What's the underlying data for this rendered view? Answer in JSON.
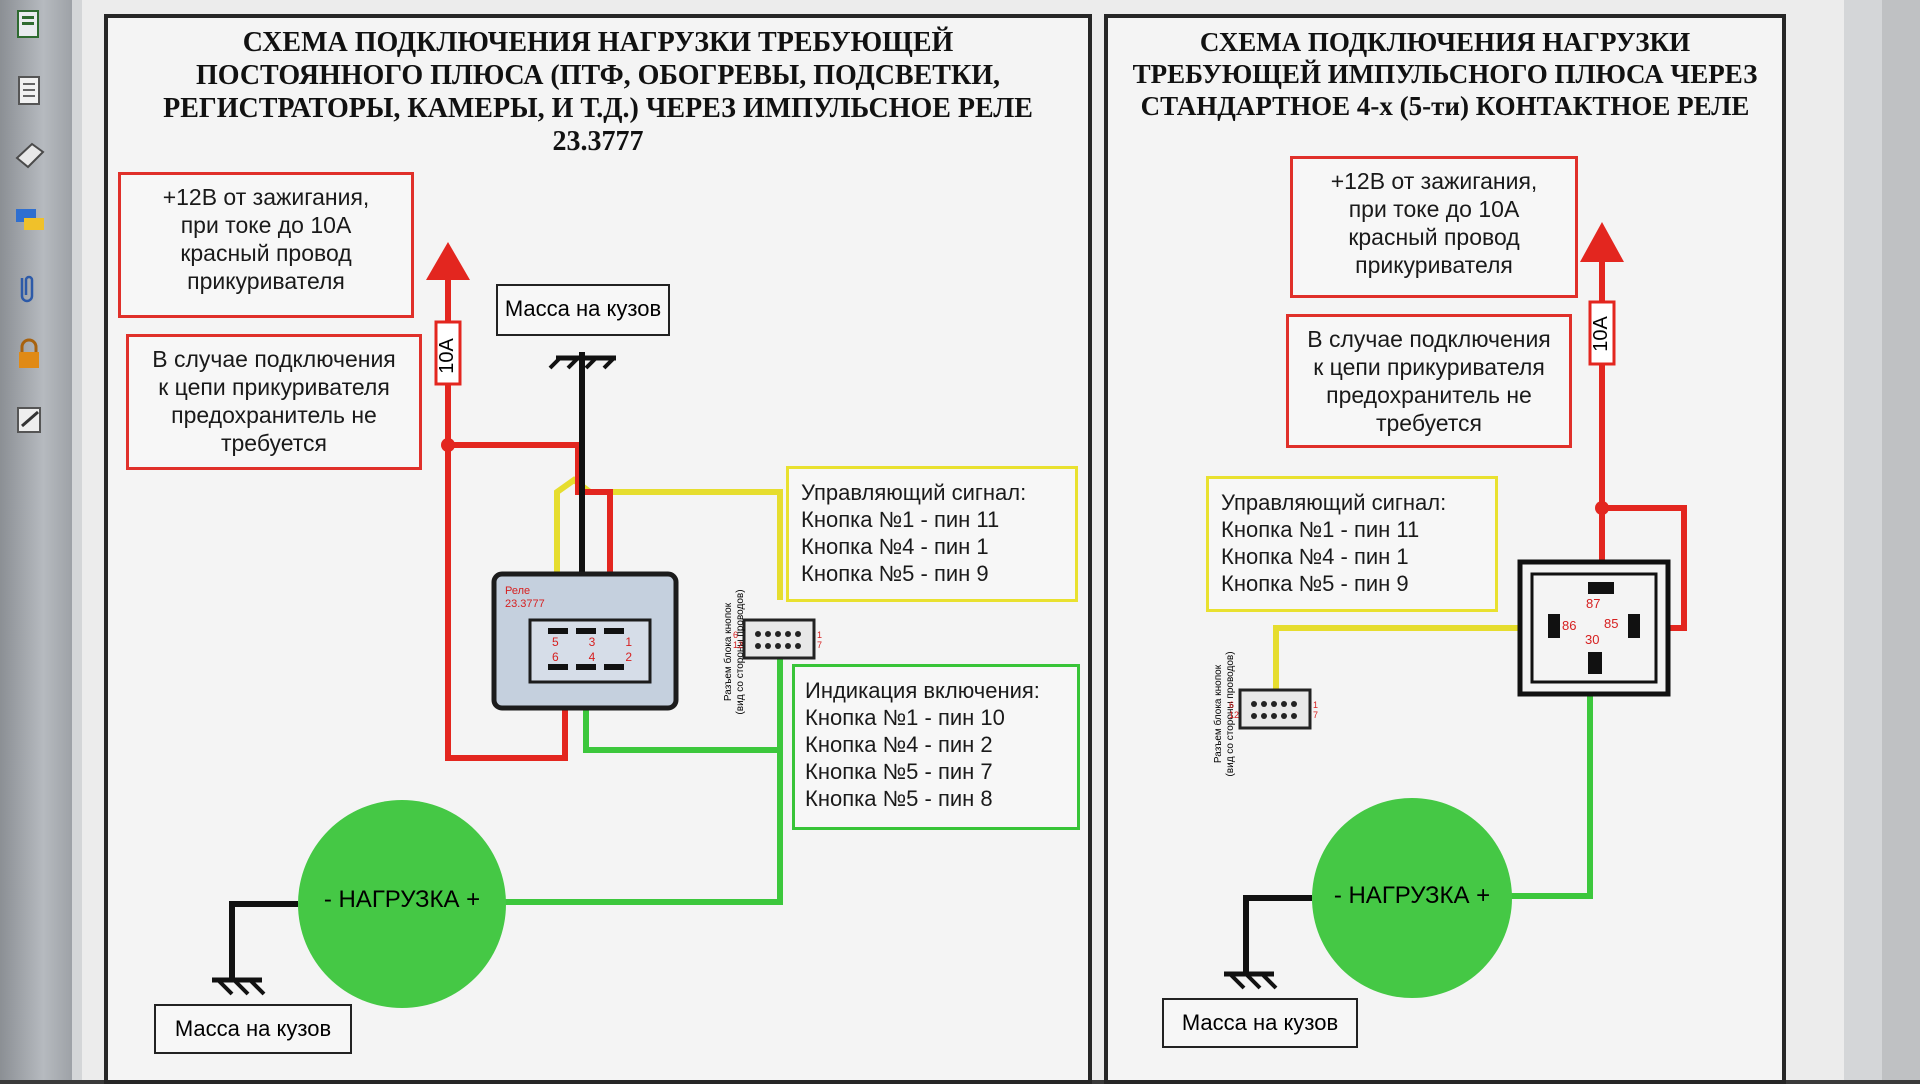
{
  "toolbar": {
    "icons": [
      "pages-icon",
      "document-icon",
      "bookmark-icon",
      "comments-icon",
      "attachment-icon",
      "lock-icon",
      "signature-icon"
    ]
  },
  "left_panel": {
    "title_lines": [
      "СХЕМА ПОДКЛЮЧЕНИЯ НАГРУЗКИ ТРЕБУЮЩЕЙ",
      "ПОСТОЯННОГО ПЛЮСА (ПТФ, ОБОГРЕВЫ, ПОДСВЕТКИ,",
      "РЕГИСТРАТОРЫ, КАМЕРЫ, И Т.Д.) ЧЕРЕЗ ИМПУЛЬСНОЕ РЕЛЕ",
      "23.3777"
    ],
    "power_box": [
      "+12В от зажигания,",
      "при токе до 10А",
      "красный провод",
      "прикуривателя"
    ],
    "fuse_note": [
      "В случае подключения",
      "к цепи прикуривателя",
      "предохранитель не",
      "требуется"
    ],
    "ground_top": "Масса на кузов",
    "fuse_label": "10А",
    "relay_label": [
      "Реле",
      "23.3777"
    ],
    "relay_pins_top": [
      "5",
      "3",
      "1"
    ],
    "relay_pins_bottom": [
      "6",
      "4",
      "2"
    ],
    "connector_caption": [
      "Разъем блока кнопок",
      "(вид со стороны проводов)"
    ],
    "connector_pins": [
      "6",
      "12",
      "1",
      "7"
    ],
    "control_signal": [
      "Управляющий сигнал:",
      "Кнопка №1 - пин 11",
      "Кнопка №4 - пин 1",
      "Кнопка №5 - пин 9"
    ],
    "indication": [
      "Индикация включения:",
      "Кнопка №1 - пин 10",
      "Кнопка №4 - пин 2",
      "Кнопка №5 - пин 7",
      "Кнопка №5 - пин 8"
    ],
    "load_label": "- НАГРУЗКА +",
    "ground_bottom": "Масса на кузов"
  },
  "right_panel": {
    "title_lines": [
      "СХЕМА ПОДКЛЮЧЕНИЯ НАГРУЗКИ",
      "ТРЕБУЮЩЕЙ ИМПУЛЬСНОГО ПЛЮСА ЧЕРЕЗ",
      "СТАНДАРТНОЕ 4-х (5-ти) КОНТАКТНОЕ РЕЛЕ"
    ],
    "power_box": [
      "+12В от зажигания,",
      "при токе до 10А",
      "красный провод",
      "прикуривателя"
    ],
    "fuse_note": [
      "В случае подключения",
      "к цепи прикуривателя",
      "предохранитель не",
      "требуется"
    ],
    "fuse_label": "10А",
    "control_signal": [
      "Управляющий сигнал:",
      "Кнопка №1 - пин 11",
      "Кнопка №4 - пин 1",
      "Кнопка №5 - пин 9"
    ],
    "relay_pins": [
      "87",
      "86",
      "85",
      "30"
    ],
    "connector_caption": [
      "Разъем блока кнопок",
      "(вид со стороны проводов)"
    ],
    "connector_pins": [
      "6",
      "12",
      "1",
      "7"
    ],
    "load_label": "- НАГРУЗКА +",
    "ground_bottom": "Масса на кузов"
  },
  "colors": {
    "red_wire": "#e3261f",
    "green_wire": "#3cc73c",
    "yellow_wire": "#e6dd2e",
    "load_fill": "#45c845",
    "relay_pin_red": "#d62020"
  }
}
